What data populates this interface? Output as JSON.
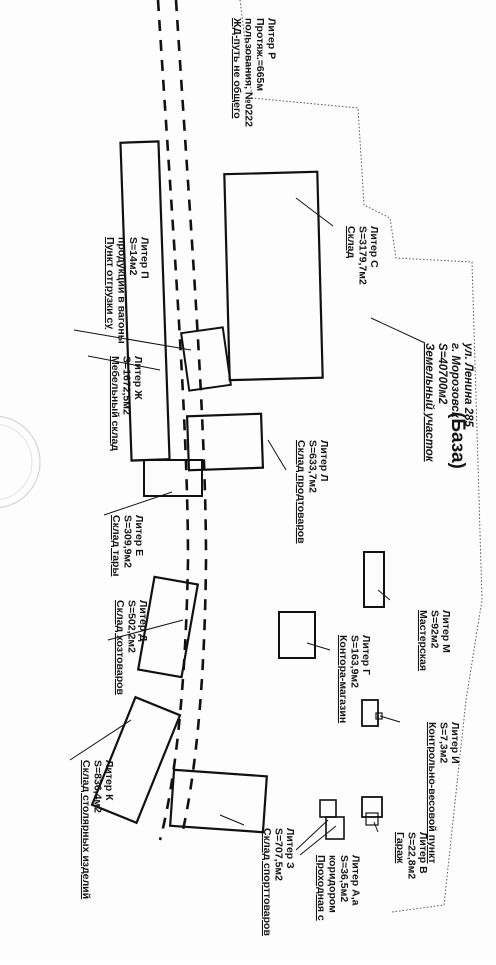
{
  "title": "(База)",
  "plot": {
    "title_lines": [
      "Земельный участок",
      "S=40700м2",
      "г. Морозовск",
      "ул. Ленина 285"
    ]
  },
  "railway": {
    "lines": [
      "ЖД-путь не общего",
      "пользования, №0222",
      "Протяж.=665м",
      "Литер Р"
    ]
  },
  "buildings": [
    {
      "id": "warehouse-c",
      "lines": [
        "Склад",
        "S=3179,7м2",
        "Литер С"
      ]
    },
    {
      "id": "shipping-point",
      "lines": [
        "Пункт отгрузки су",
        "продукции в вагоны",
        "S=14м2",
        "Литер П"
      ]
    },
    {
      "id": "furniture-warehouse",
      "lines": [
        "Мебельный склад",
        "S=1672,5м2",
        "Литер Ж"
      ]
    },
    {
      "id": "food-warehouse",
      "lines": [
        "Склад продтоваров",
        "S=633,7м2",
        "Литер Л"
      ]
    },
    {
      "id": "container-warehouse",
      "lines": [
        "Склад тары",
        "S=309,9м2",
        "Литер Е"
      ]
    },
    {
      "id": "workshop",
      "lines": [
        "Мастерская",
        "S=92м2",
        "Литер М"
      ]
    },
    {
      "id": "office-shop",
      "lines": [
        "Контора-магазин",
        "S=163,9м2",
        "Литер Г"
      ]
    },
    {
      "id": "household-warehouse",
      "lines": [
        "Склад хозтоваров",
        "S=502,2м2",
        "Литер Д"
      ]
    },
    {
      "id": "weighing-point",
      "lines": [
        "Контрольно-весовой пункт",
        "S=7,3м2",
        "Литер И"
      ]
    },
    {
      "id": "joinery-warehouse",
      "lines": [
        "Склад столярных изделий",
        "S=836,4м2",
        "Литер К"
      ]
    },
    {
      "id": "sports-warehouse",
      "lines": [
        "Склад спорттоваров",
        "S=707,5м2",
        "Литер З"
      ]
    },
    {
      "id": "checkpoint",
      "lines": [
        "Проходная с",
        "коридором",
        "S=36,5м2",
        "Литер А,а"
      ]
    },
    {
      "id": "garage",
      "lines": [
        "Гараж",
        "S=22,8м2",
        "Литер В"
      ]
    }
  ]
}
